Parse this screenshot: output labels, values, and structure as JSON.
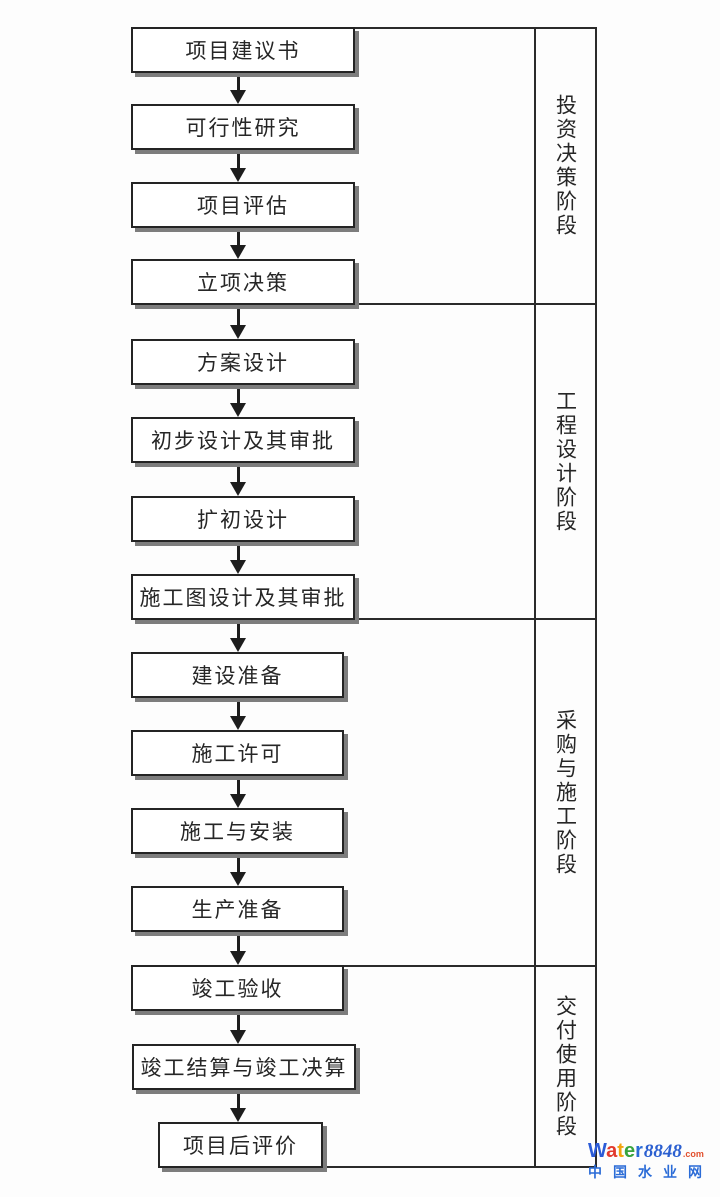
{
  "flow": {
    "steps": [
      {
        "label": "项目建议书"
      },
      {
        "label": "可行性研究"
      },
      {
        "label": "项目评估"
      },
      {
        "label": "立项决策"
      },
      {
        "label": "方案设计"
      },
      {
        "label": "初步设计及其审批"
      },
      {
        "label": "扩初设计"
      },
      {
        "label": "施工图设计及其审批"
      },
      {
        "label": "建设准备"
      },
      {
        "label": "施工许可"
      },
      {
        "label": "施工与安装"
      },
      {
        "label": "生产准备"
      },
      {
        "label": "竣工验收"
      },
      {
        "label": "竣工结算与竣工决算"
      },
      {
        "label": "项目后评价"
      }
    ]
  },
  "phases": [
    {
      "label": "投资决策阶段"
    },
    {
      "label": "工程设计阶段"
    },
    {
      "label": "采购与施工阶段"
    },
    {
      "label": "交付使用阶段"
    }
  ],
  "diagram_colors": {
    "line": "#2a2a2a",
    "box_border": "#242424",
    "box_shadow": "#7d7d7d",
    "text": "#262626"
  },
  "watermark": {
    "brand_letters": [
      {
        "ch": "W",
        "color": "#2b5bd7"
      },
      {
        "ch": "a",
        "color": "#e23a2e"
      },
      {
        "ch": "t",
        "color": "#f2a30c"
      },
      {
        "ch": "e",
        "color": "#38a43d"
      },
      {
        "ch": "r",
        "color": "#2b6cd7"
      }
    ],
    "number": "8848",
    "number_color": "#2b5fd0",
    "tld": ".com",
    "tld_color": "#e2502e",
    "subtitle": "中国水业网",
    "subtitle_color": "#2b6cd7"
  }
}
